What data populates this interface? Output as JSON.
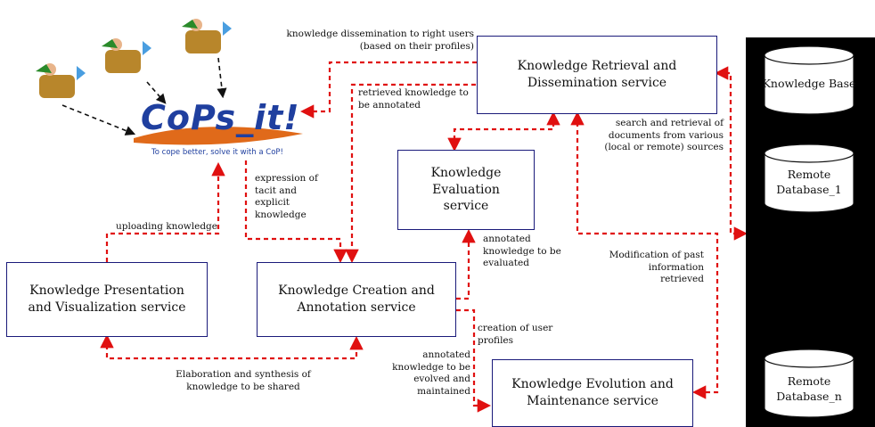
{
  "logo": {
    "name": "CoPs_it!",
    "tagline": "To cope better, solve it with a CoP!"
  },
  "services": {
    "retrieval": "Knowledge Retrieval and Dissemination service",
    "evaluation": "Knowledge Evaluation service",
    "presentation": "Knowledge Presentation and Visualization service",
    "creation": "Knowledge Creation and Annotation service",
    "evolution": "Knowledge Evolution and Maintenance service"
  },
  "databases": {
    "kb": "Knowledge Base",
    "remote1": "Remote Database_1",
    "remoten": "Remote Database_n"
  },
  "labels": {
    "dissemination": "knowledge dissemination to right users (based on their profiles)",
    "retrieved": "retrieved knowledge to be annotated",
    "expression": "expression of tacit and explicit knowledge",
    "uploading": "uploading knowledge",
    "search": "search and retrieval of documents from various (local or remote) sources",
    "annotated_eval": "annotated knowledge to be evaluated",
    "modification": "Modification of past information retrieved",
    "creation_profiles": "creation of user profiles",
    "annotated_evolve": "annotated knowledge to be evolved and maintained",
    "elaboration": "Elaboration and synthesis of knowledge to be shared"
  },
  "colors": {
    "arrow": "#e01010",
    "box_border": "#1a1a7a",
    "panel": "#000000"
  }
}
